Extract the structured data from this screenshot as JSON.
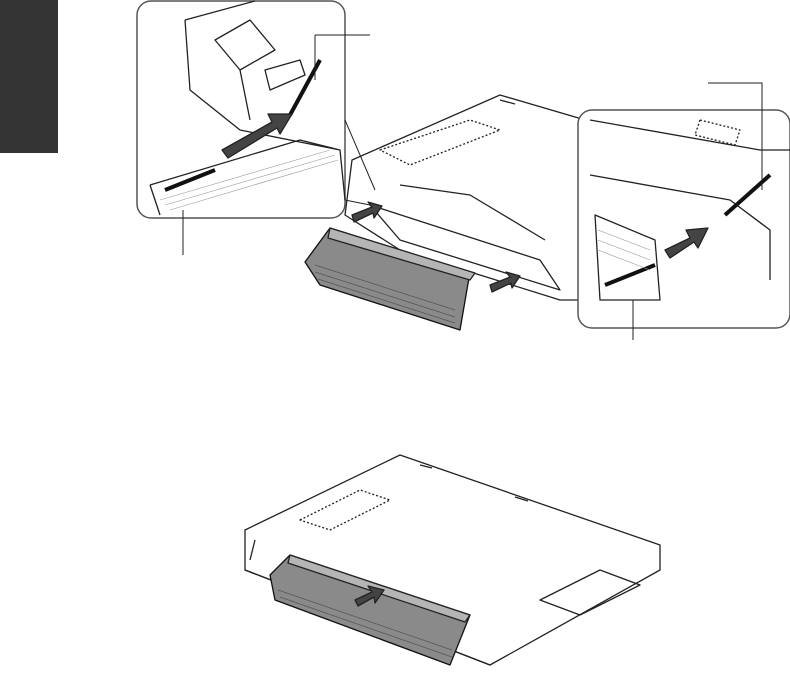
{
  "colors": {
    "section_tab": "#333333",
    "battery": "#888888",
    "line": "#222222",
    "arrow": "#444444",
    "callout_border": "#555555"
  },
  "figures": [
    {
      "name": "battery-insertion-exploded",
      "callouts": 2,
      "leader_lines": 4
    },
    {
      "name": "battery-installed"
    }
  ]
}
